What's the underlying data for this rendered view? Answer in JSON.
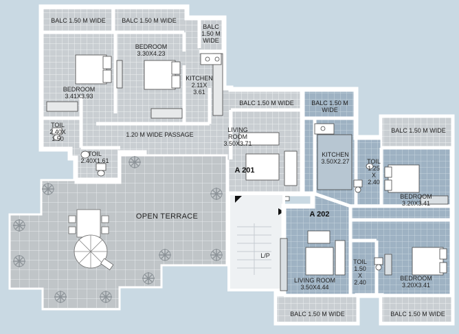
{
  "units": {
    "a201": "A 201",
    "a202": "A 202"
  },
  "rooms": {
    "balc_top_left_1": "BALC 1.50 M WIDE",
    "balc_top_left_2": "BALC 1.50 M WIDE",
    "balc_small_l1": "BALC",
    "balc_small_l2": "1.50 M",
    "balc_small_l3": "WIDE",
    "bedroom_left_l1": "BEDROOM",
    "bedroom_left_l2": "3.41X3.93",
    "bedroom_mid_l1": "BEDROOM",
    "bedroom_mid_l2": "3.30X4.23",
    "kitchen_201_l1": "KITCHEN",
    "kitchen_201_l2": "2.11X",
    "kitchen_201_l3": "3.61",
    "toil_left_l1": "TOIL",
    "toil_left_l2": "2.40X",
    "toil_left_l3": "1.50",
    "passage": "1.20 M WIDE PASSAGE",
    "toil_201_l1": "TOIL",
    "toil_201_l2": "2.40X1.61",
    "balc_mid": "BALC 1.50 M WIDE",
    "balc_mid_right_l1": "BALC 1.50 M",
    "balc_mid_right_l2": "WIDE",
    "living_201_l1": "LIVING",
    "living_201_l2": "ROOM",
    "living_201_l3": "3.50X3.71",
    "kitchen_202_l1": "KITCHEN",
    "kitchen_202_l2": "3.50X2.27",
    "balc_right_top": "BALC 1.50 M WIDE",
    "toil_202a_l1": "TOIL",
    "toil_202a_l2": "1.25",
    "toil_202a_l3": "X",
    "toil_202a_l4": "2.40",
    "bedroom_202a_l1": "BEDROOM",
    "bedroom_202a_l2": "3.20X3.41",
    "toil_202b_l1": "TOIL",
    "toil_202b_l2": "1.50",
    "toil_202b_l3": "X",
    "toil_202b_l4": "2.40",
    "bedroom_202b_l1": "BEDROOM",
    "bedroom_202b_l2": "3.20X3.41",
    "living_202_l1": "LIVING ROOM",
    "living_202_l2": "3.50X4.44",
    "balc_bottom_1": "BALC 1.50 M WIDE",
    "balc_bottom_2": "BALC 1.50 M WIDE",
    "open_terrace": "OPEN TERRACE",
    "lift": "L/P"
  },
  "colors": {
    "background": "#c9d9e3",
    "floor": "#cdd3d6",
    "floor_blue": "#9fb3c4",
    "terrace": "#c3c7ca",
    "wall": "#ffffff",
    "grid": "#eef1f3"
  }
}
